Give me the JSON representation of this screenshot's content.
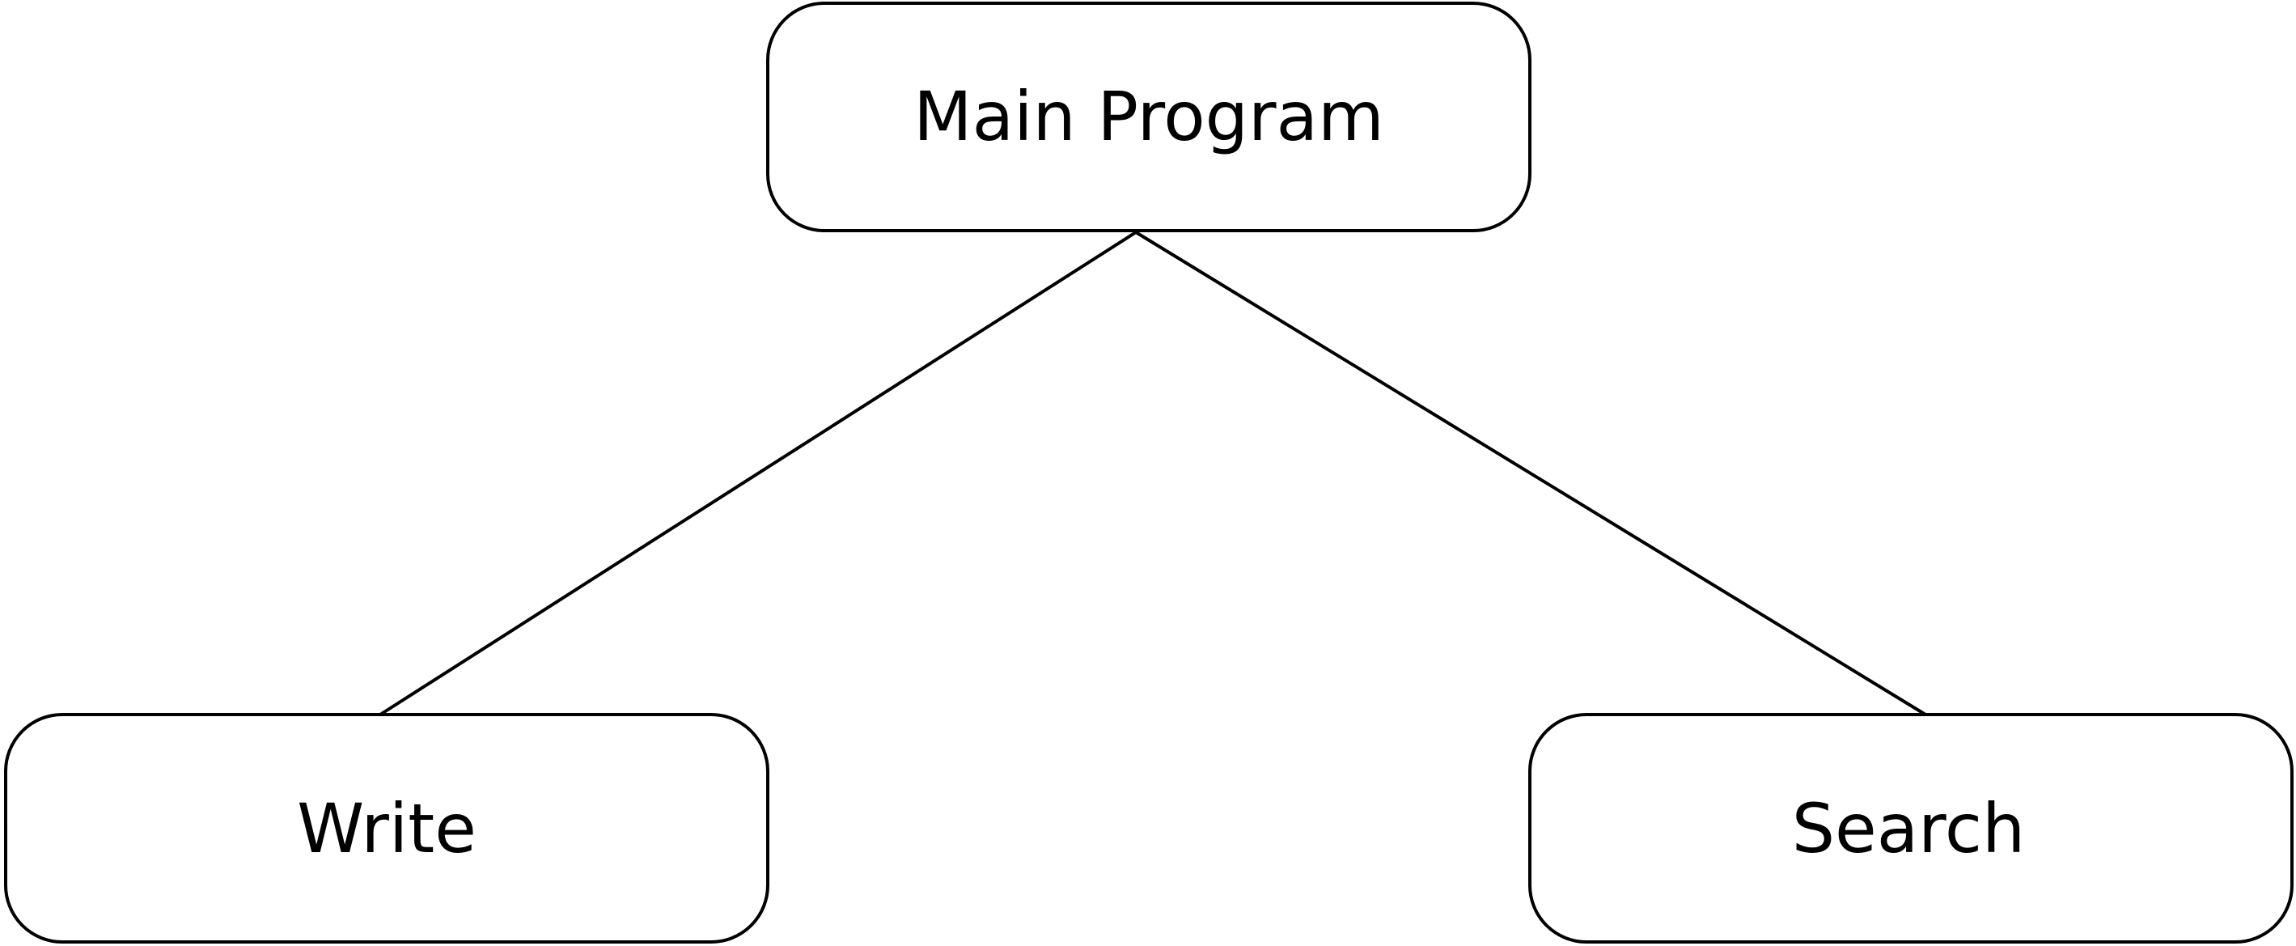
{
  "diagram": {
    "type": "tree",
    "nodes": {
      "main": {
        "label": "Main Program"
      },
      "write": {
        "label": "Write"
      },
      "search": {
        "label": "Search"
      }
    },
    "edges": [
      {
        "from": "main",
        "to": "write"
      },
      {
        "from": "main",
        "to": "search"
      }
    ]
  }
}
